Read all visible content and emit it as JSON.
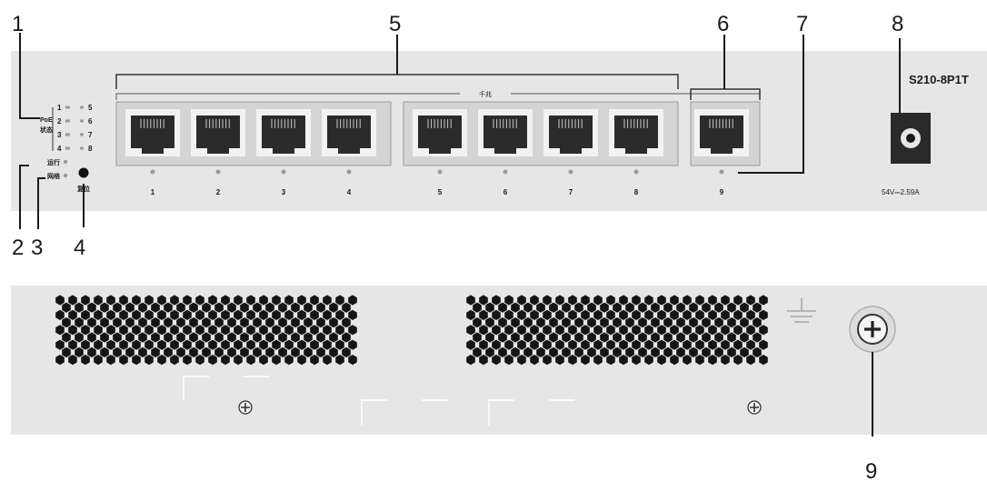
{
  "callouts": {
    "c1": "1",
    "c2": "2",
    "c3": "3",
    "c4": "4",
    "c5": "5",
    "c6": "6",
    "c7": "7",
    "c8": "8",
    "c9": "9"
  },
  "front_panel": {
    "model": "S210-8P1T",
    "power_rating": "54V⎓2.59A",
    "power_symbol": "⎓",
    "port_group_label": "千兆",
    "reset_label": "复位",
    "poe_label_line1": "PoE",
    "poe_label_line2": "状态",
    "run_label": "运行",
    "network_label": "网络",
    "poe_led_numbers": [
      "1",
      "2",
      "3",
      "4",
      "5",
      "6",
      "7",
      "8"
    ],
    "port_numbers": [
      "1",
      "2",
      "3",
      "4",
      "5",
      "6",
      "7",
      "8",
      "9"
    ]
  },
  "colors": {
    "panel": "#e6e6e6",
    "port_frame": "#d4d4d4",
    "port_jack": "#2b2b2b",
    "vent_hole": "#151515",
    "text": "#1a1a1a"
  }
}
